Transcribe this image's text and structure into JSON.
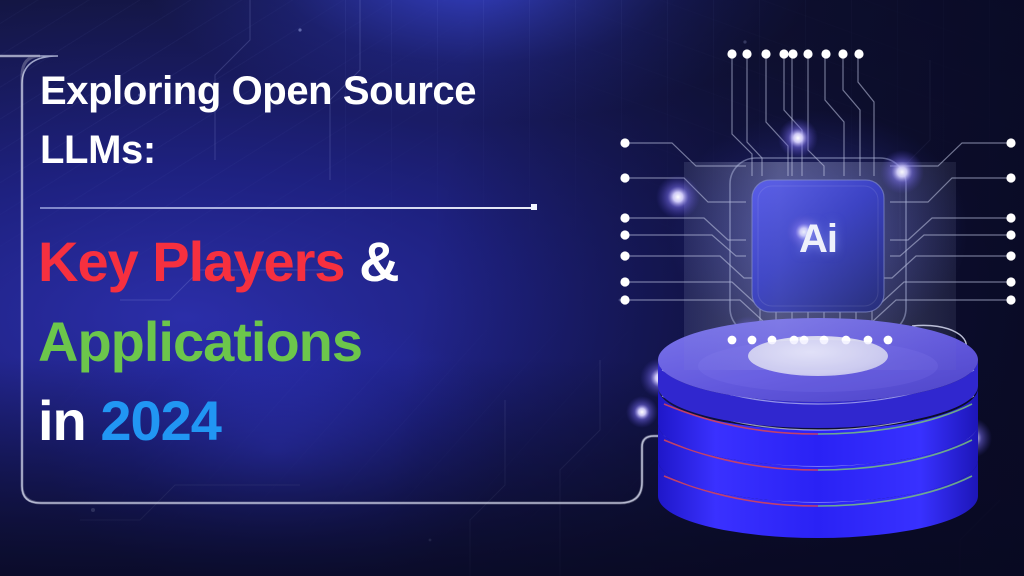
{
  "banner": {
    "background_colors": {
      "deep_navy": "#0e1030",
      "royal_blue": "#2b2ea8",
      "glow_blue": "#3e4ceb"
    },
    "frame": {
      "name": "rounded-corner-accent-frame",
      "stroke_color": "#cdd4f0",
      "end_dot_color": "#ffffff"
    }
  },
  "headline": {
    "line1": "Exploring Open Source",
    "line2": "LLMs:",
    "color": "#ffffff"
  },
  "divider": {
    "color": "#e5eaff",
    "dot_color": "#f2f5ff"
  },
  "subheadline": {
    "line1_part1": "Key Players",
    "line1_part1_color": "#f6303f",
    "line1_part2": "&",
    "line1_part2_color": "#ffffff",
    "line2": "Applications",
    "line2_color": "#6cc64b",
    "line3_part1": "in",
    "line3_part1_color": "#ffffff",
    "line3_part2": "2024",
    "line3_part2_color": "#2196f3"
  },
  "illustration": {
    "name": "ai-chip-on-data-stack",
    "chip": {
      "label": "Ai",
      "label_color": "#eef0fb",
      "face_gradient_from": "#3b3fd8",
      "face_gradient_to": "#1e2a8c",
      "outline_color": "#9aa4d8"
    },
    "circuit": {
      "top_pins": 9,
      "left_pins": 7,
      "right_pins": 7,
      "trace_color": "#c8cfee",
      "pin_color": "#ffffff"
    },
    "data_stack": {
      "disc_count": 4,
      "top_disc_color": "#6b63df",
      "top_disc_inner_color": "#d8d7f2",
      "side_color": "#2a22e8",
      "gap_color": "#171a52",
      "accent_line_red": "#d2445c",
      "accent_line_green": "#79c07e",
      "accent_line_white": "#e8ecff"
    },
    "glow_dots": {
      "color": "#a9a0ff",
      "count": 7
    },
    "orbit_rings": {
      "color": "#e3e8ff",
      "count": 3
    }
  }
}
